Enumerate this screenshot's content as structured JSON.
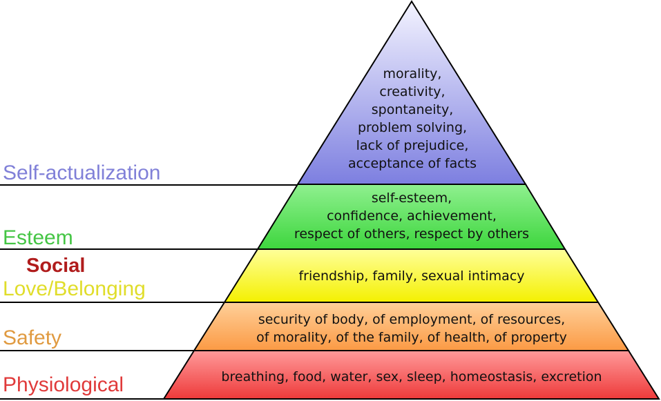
{
  "tiers": [
    {
      "name": "self-actualization",
      "label": "Self-actualization",
      "label_color": "#8080d8",
      "fill_top": "#f4f4ff",
      "fill_bottom": "#7d7fe0",
      "items": [
        "morality,",
        "creativity,",
        "spontaneity,",
        "problem solving,",
        "lack of prejudice,",
        "acceptance of facts"
      ]
    },
    {
      "name": "esteem",
      "label": "Esteem",
      "label_color": "#44c544",
      "fill_top": "#8ff08f",
      "fill_bottom": "#3ed63e",
      "items": [
        "self-esteem,",
        "confidence, achievement,",
        "respect of others, respect by others"
      ]
    },
    {
      "name": "love-belonging",
      "label_top": "Social",
      "label_top_color": "#b01c1c",
      "label": "Love/Belonging",
      "label_color": "#e0dd2a",
      "fill_top": "#ffff9a",
      "fill_bottom": "#f4f000",
      "items": [
        "friendship, family, sexual intimacy"
      ]
    },
    {
      "name": "safety",
      "label": "Safety",
      "label_color": "#e09a40",
      "fill_top": "#ffd09a",
      "fill_bottom": "#fb9a44",
      "items": [
        "security of body, of employment, of resources,",
        "of morality, of the family, of health, of property"
      ]
    },
    {
      "name": "physiological",
      "label": "Physiological",
      "label_color": "#e03a3a",
      "fill_top": "#ff9a9a",
      "fill_bottom": "#ee3a3a",
      "items": [
        "breathing, food, water, sex, sleep, homeostasis, excretion"
      ]
    }
  ]
}
